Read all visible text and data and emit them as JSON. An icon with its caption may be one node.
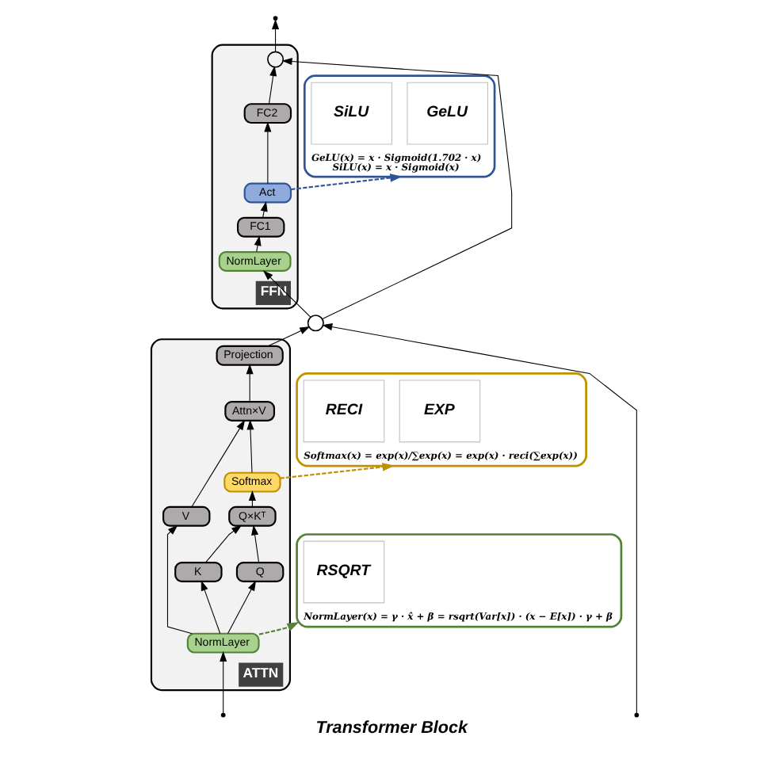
{
  "diagram": {
    "caption": "Transformer Block",
    "nodes": [
      {
        "text": [
          "FFN"
        ]
      },
      {
        "text": [],
        "shape": "circle",
        "in": 0
      },
      {
        "text": [
          "FC2"
        ],
        "in": 0
      },
      {
        "text": [
          "Act"
        ],
        "in": 0
      },
      {
        "text": [
          "FC1"
        ],
        "in": 0
      },
      {
        "text": [
          "NormLayer"
        ],
        "in": 0
      },
      {
        "text": [],
        "shape": "circle"
      },
      {
        "text": [
          "ATTN"
        ]
      },
      {
        "text": [
          "Projection"
        ],
        "in": 7
      },
      {
        "text": [
          "Attn×V"
        ],
        "in": 7
      },
      {
        "text": [
          "Softmax"
        ],
        "in": 7
      },
      {
        "text": [
          "Q×Kᵀ"
        ],
        "in": 7
      },
      {
        "text": [
          "Q"
        ],
        "in": 7
      },
      {
        "text": [
          "K"
        ],
        "in": 7
      },
      {
        "text": [
          "V"
        ],
        "in": 7
      },
      {
        "text": [
          "NormLayer"
        ],
        "in": 7
      },
      {
        "text": [
          "GeLU(x) = x · Sigmoid(1.702 · x)",
          "SiLU(x) = x · Sigmoid(x)"
        ]
      },
      {
        "text": [
          "GeLU"
        ],
        "in": 16
      },
      {
        "text": [
          "SiLU"
        ],
        "in": 16
      },
      {
        "text": [
          "Softmax(x) = exp(x)/∑exp(x) = exp(x) · reci(∑exp(x))"
        ]
      },
      {
        "text": [
          "EXP"
        ],
        "in": 19
      },
      {
        "text": [
          "RECI"
        ],
        "in": 19
      },
      {
        "text": [
          "NormLayer(x) = γ · x̂ + β = rsqrt(Var[x]) · (x − E[x]) · γ + β"
        ]
      },
      {
        "text": [
          "RSQRT"
        ],
        "in": 22
      }
    ],
    "edges": [
      {
        "from": null,
        "to": 15,
        "arrow": "to"
      },
      {
        "from": null,
        "to": 6,
        "arrow": "to"
      },
      {
        "from": 15,
        "to": 12,
        "arrow": "to"
      },
      {
        "from": 15,
        "to": 13,
        "arrow": "to"
      },
      {
        "from": 15,
        "to": 14,
        "arrow": "to"
      },
      {
        "from": 12,
        "to": 11,
        "arrow": "to"
      },
      {
        "from": 13,
        "to": 11,
        "arrow": "to"
      },
      {
        "from": 11,
        "to": 10,
        "arrow": "to"
      },
      {
        "from": 10,
        "to": 9,
        "arrow": "to"
      },
      {
        "from": 14,
        "to": 9,
        "arrow": "to"
      },
      {
        "from": 9,
        "to": 8,
        "arrow": "to"
      },
      {
        "from": 8,
        "to": 6,
        "arrow": "to"
      },
      {
        "from": 6,
        "to": 5,
        "arrow": "to"
      },
      {
        "from": 6,
        "to": 1,
        "arrow": "to"
      },
      {
        "from": 5,
        "to": 4,
        "arrow": "to"
      },
      {
        "from": 4,
        "to": 3,
        "arrow": "to"
      },
      {
        "from": 3,
        "to": 2,
        "arrow": "to"
      },
      {
        "from": 2,
        "to": 1,
        "arrow": "to"
      },
      {
        "from": 1,
        "to": null,
        "arrow": "to"
      },
      {
        "from": 3,
        "to": 16,
        "arrow": "to",
        "style": "dashed",
        "color": "#2f5597"
      },
      {
        "from": 10,
        "to": 19,
        "arrow": "to",
        "style": "dashed",
        "color": "#bf9000"
      },
      {
        "from": 15,
        "to": 22,
        "arrow": "to",
        "style": "dashed",
        "color": "#548235"
      }
    ]
  }
}
